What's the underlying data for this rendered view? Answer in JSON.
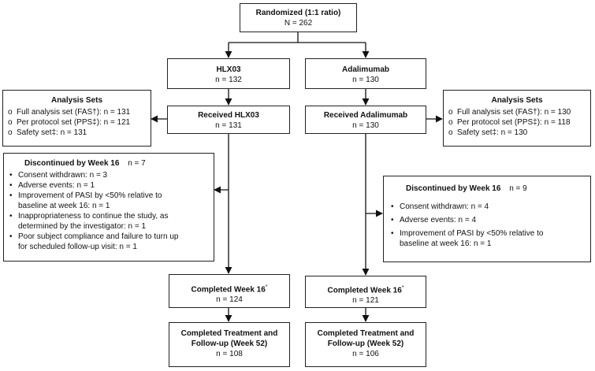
{
  "randomized": {
    "title": "Randomized (1:1 ratio)",
    "n": "N = 262"
  },
  "arms": {
    "hlx03": {
      "name": "HLX03",
      "n": "n = 132"
    },
    "adalimumab": {
      "name": "Adalimumab",
      "n": "n = 130"
    }
  },
  "received": {
    "hlx03": {
      "title": "Received HLX03",
      "n": "n = 131"
    },
    "adalimumab": {
      "title": "Received Adalimumab",
      "n": "n = 130"
    }
  },
  "analysis_sets": {
    "left": {
      "title": "Analysis Sets",
      "items": [
        "Full analysis set (FAS†): n = 131",
        "Per protocol set (PPS‡): n = 121",
        "Safety set‡: n = 131"
      ]
    },
    "right": {
      "title": "Analysis Sets",
      "items": [
        "Full analysis set (FAS†): n = 130",
        "Per protocol set (PPS‡): n = 118",
        "Safety set‡: n = 130"
      ]
    }
  },
  "discontinued": {
    "left": {
      "title": "Discontinued by Week 16",
      "n": "n = 7",
      "items": [
        [
          "Consent withdrawn: n = 3"
        ],
        [
          "Adverse events: n = 1"
        ],
        [
          "Improvement of PASI by <50% relative to",
          "baseline at week 16: n = 1"
        ],
        [
          "Inappropriateness to continue the study, as",
          "determined by the investigator: n = 1"
        ],
        [
          "Poor subject compliance and failure to turn up",
          "for scheduled follow-up visit: n = 1"
        ]
      ]
    },
    "right": {
      "title": "Discontinued by Week 16",
      "n": "n = 9",
      "items": [
        [
          "Consent withdrawn: n = 4"
        ],
        [
          "Adverse events: n = 4"
        ],
        [
          "Improvement of PASI by <50% relative to",
          "baseline at week 16: n = 1"
        ]
      ]
    }
  },
  "completed16": {
    "hlx03": {
      "title": "Completed Week 16",
      "mark": "*",
      "n": "n = 124"
    },
    "adalimumab": {
      "title": "Completed Week 16",
      "mark": "*",
      "n": "n = 121"
    }
  },
  "completed52": {
    "hlx03": {
      "line1": "Completed Treatment and",
      "line2": "Follow-up (Week 52)",
      "n": "n = 108"
    },
    "adalimumab": {
      "line1": "Completed Treatment and",
      "line2": "Follow-up (Week 52)",
      "n": "n = 106"
    }
  }
}
